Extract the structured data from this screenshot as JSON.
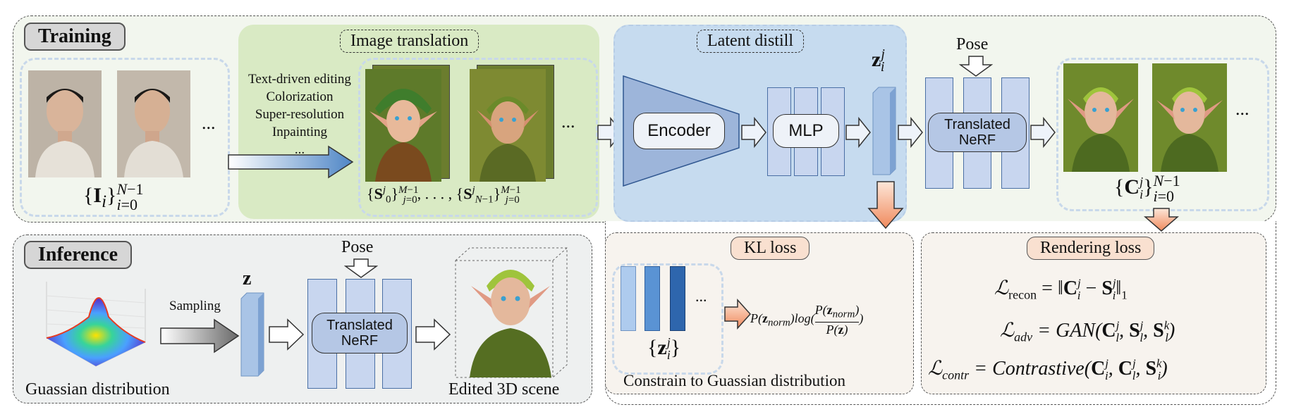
{
  "training": {
    "label": "Training",
    "input_set": "{I_i}_{i=0}^{N-1}",
    "input_ellipsis": "...",
    "image_translation": {
      "title": "Image translation",
      "tasks": [
        "Text-driven editing",
        "Colorization",
        "Super-resolution",
        "Inpainting",
        "..."
      ],
      "output_set": "{S_0^j}_{j=0}^{M-1}, . . . , {S_{N-1}^j}_{j=0}^{M-1}",
      "ellipsis": "..."
    },
    "latent_distill": {
      "title": "Latent distill",
      "encoder": "Encoder",
      "mlp": "MLP",
      "latent": "z_i^j"
    },
    "nerf": {
      "pose": "Pose",
      "label_line1": "Translated",
      "label_line2": "NeRF"
    },
    "output_set": "{C_i^j}_{i=0}^{N-1}",
    "output_ellipsis": "..."
  },
  "inference": {
    "label": "Inference",
    "distribution_label": "Guassian distribution",
    "sampling": "Sampling",
    "latent": "z",
    "pose": "Pose",
    "nerf_line1": "Translated",
    "nerf_line2": "NeRF",
    "result_label": "Edited 3D scene"
  },
  "kl_loss": {
    "title": "KL loss",
    "set": "{z_i^j}",
    "ellipsis": "...",
    "formula": "P(z_norm) log( P(z_norm) / P(z) )",
    "caption": "Constrain to Guassian distribution"
  },
  "rendering_loss": {
    "title": "Rendering loss",
    "recon": "L_recon = || C_i^j − S_i^j ||_1",
    "adv": "L_adv = GAN(C_l^j, S_l^j, S_l^k)",
    "contr": "L_contr = Contrastive(C_i^j, C_l^j, S_i^k)"
  }
}
